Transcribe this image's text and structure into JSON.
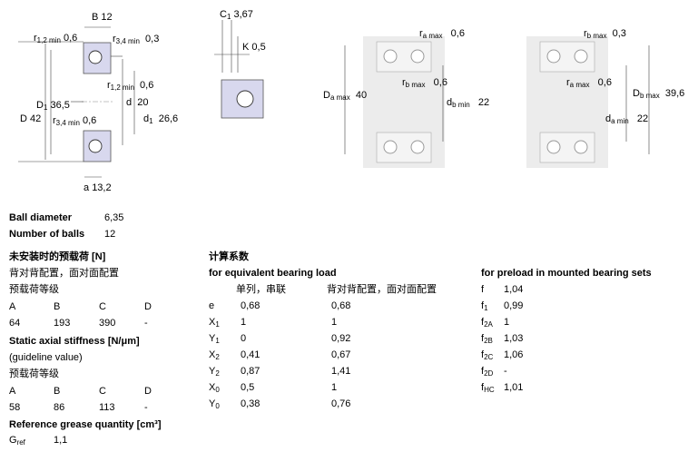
{
  "drawing": {
    "dims": {
      "B": "B",
      "B_val": "12",
      "r12": "r",
      "r12_sub": "1,2 min",
      "r12_val": "0,6",
      "r34a": "r",
      "r34a_sub": "3,4 min",
      "r34a_val": "0,3",
      "D1": "D",
      "D1_sub": "1",
      "D1_val": "36,5",
      "r12b": "r",
      "r12b_sub": "1,2 min",
      "r12b_val": "0,6",
      "d": "d",
      "d_val": "20",
      "D": "D",
      "D_val": "42",
      "r34b": "r",
      "r34b_sub": "3,4 min",
      "r34b_val": "0,6",
      "d1": "d",
      "d1_sub": "1",
      "d1_val": "26,6",
      "a": "a",
      "a_val": "13,2",
      "C1": "C",
      "C1_sub": "1",
      "C1_val": "3,67",
      "K": "K",
      "K_val": "0,5",
      "ra1": "r",
      "ra1_sub": "a max",
      "ra1_val": "0,6",
      "rb1": "r",
      "rb1_sub": "b max",
      "rb1_val": "0,6",
      "Da": "D",
      "Da_sub": "a max",
      "Da_val": "40",
      "db": "d",
      "db_sub": "b min",
      "db_val": "22",
      "rb2": "r",
      "rb2_sub": "b max",
      "rb2_val": "0,3",
      "ra2": "r",
      "ra2_sub": "a max",
      "ra2_val": "0,6",
      "Db": "D",
      "Db_sub": "b max",
      "Db_val": "39,6",
      "da": "d",
      "da_sub": "a min",
      "da_val": "22"
    }
  },
  "basic": {
    "ball_diameter_label": "Ball diameter",
    "ball_diameter": "6,35",
    "number_of_balls_label": "Number of balls",
    "number_of_balls": "12"
  },
  "preload": {
    "title": "未安装时的预载荷 [N]",
    "subtitle": "背对背配置，面对面配置",
    "class_label": "预载荷等级",
    "headers": [
      "A",
      "B",
      "C",
      "D"
    ],
    "values": [
      "64",
      "193",
      "390",
      "-"
    ]
  },
  "stiffness": {
    "title": "Static axial stiffness [N/μm]",
    "note": "(guideline value)",
    "class_label": "预载荷等级",
    "headers": [
      "A",
      "B",
      "C",
      "D"
    ],
    "values": [
      "58",
      "86",
      "113",
      "-"
    ]
  },
  "grease": {
    "title": "Reference grease quantity [cm³]",
    "symbol": "G",
    "symbol_sub": "ref",
    "value": "1,1"
  },
  "calc": {
    "title": "计算系数",
    "equiv_title": "for equivalent bearing load",
    "col1": "单列，串联",
    "col2": "背对背配置，面对面配置",
    "rows": [
      {
        "sym": "e",
        "sub": "",
        "v1": "0,68",
        "v2": "0,68"
      },
      {
        "sym": "X",
        "sub": "1",
        "v1": "1",
        "v2": "1"
      },
      {
        "sym": "Y",
        "sub": "1",
        "v1": "0",
        "v2": "0,92"
      },
      {
        "sym": "X",
        "sub": "2",
        "v1": "0,41",
        "v2": "0,67"
      },
      {
        "sym": "Y",
        "sub": "2",
        "v1": "0,87",
        "v2": "1,41"
      },
      {
        "sym": "X",
        "sub": "0",
        "v1": "0,5",
        "v2": "1"
      },
      {
        "sym": "Y",
        "sub": "0",
        "v1": "0,38",
        "v2": "0,76"
      }
    ]
  },
  "mounted": {
    "title": "for preload in mounted bearing sets",
    "rows": [
      {
        "sym": "f",
        "sub": "",
        "v": "1,04"
      },
      {
        "sym": "f",
        "sub": "1",
        "v": "0,99"
      },
      {
        "sym": "f",
        "sub": "2A",
        "v": "1"
      },
      {
        "sym": "f",
        "sub": "2B",
        "v": "1,03"
      },
      {
        "sym": "f",
        "sub": "2C",
        "v": "1,06"
      },
      {
        "sym": "f",
        "sub": "2D",
        "v": "-"
      },
      {
        "sym": "f",
        "sub": "HC",
        "v": "1,01"
      }
    ]
  }
}
